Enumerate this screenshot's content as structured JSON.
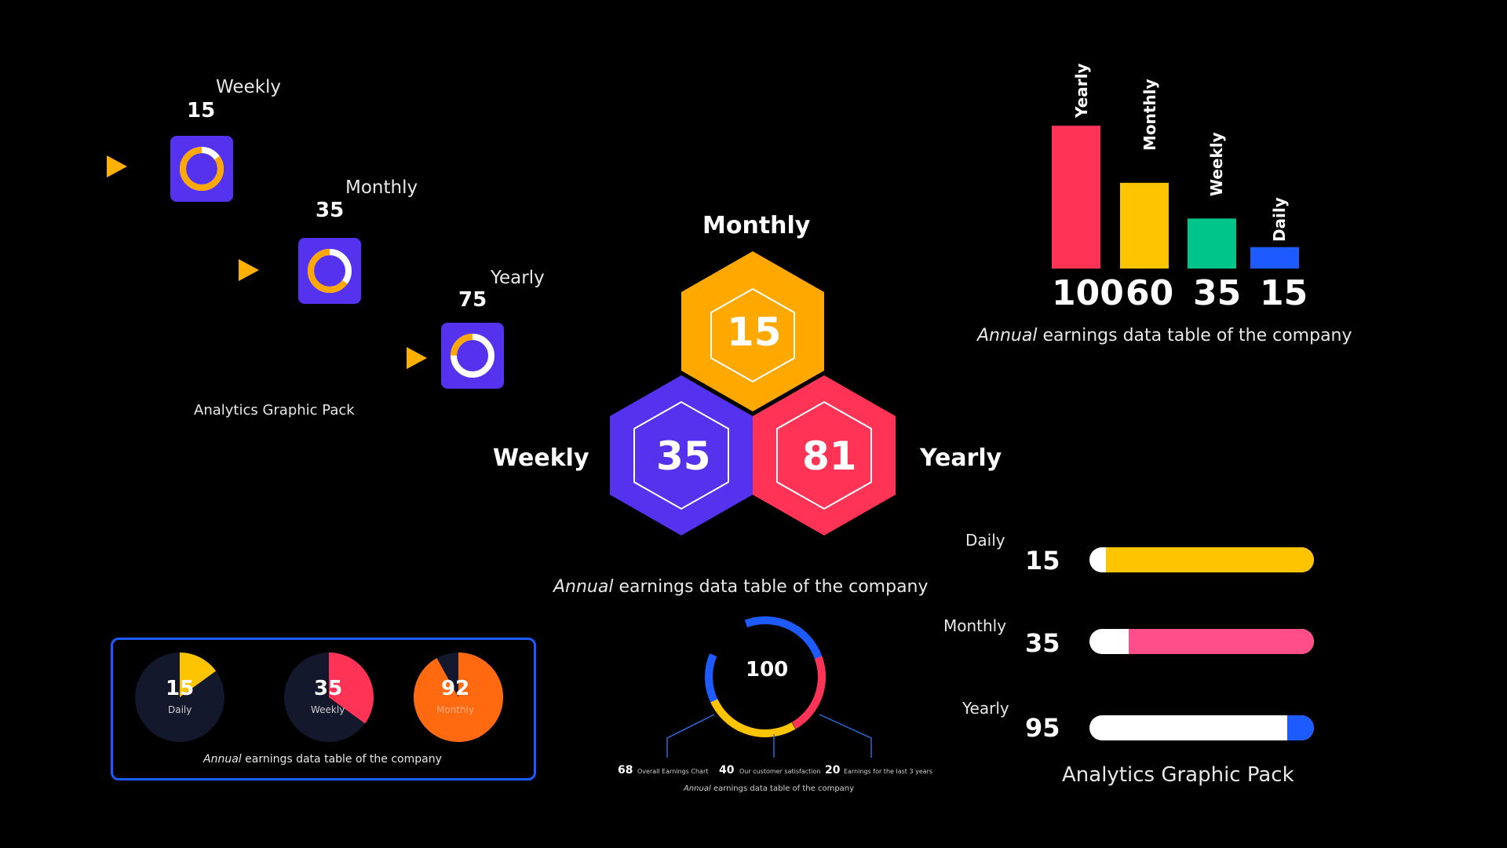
{
  "colors": {
    "red": "#FF3355",
    "yellow": "#FFC400",
    "green": "#00C58A",
    "blue": "#1E5BFF",
    "purple": "#5533EE",
    "orange": "#FFA800",
    "pink": "#FF4E8A",
    "orange_pie": "#FF6A10"
  },
  "steps": {
    "items": [
      {
        "label": "Weekly",
        "value": "15",
        "pct": 15
      },
      {
        "label": "Monthly",
        "value": "35",
        "pct": 35
      },
      {
        "label": "Yearly",
        "value": "75",
        "pct": 75
      }
    ],
    "caption": "Analytics Graphic Pack"
  },
  "hexes": {
    "items": [
      {
        "label": "Monthly",
        "value": "15",
        "color": "#FFA800"
      },
      {
        "label": "Weekly",
        "value": "35",
        "color": "#5533EE"
      },
      {
        "label": "Yearly",
        "value": "81",
        "color": "#FF3355"
      }
    ],
    "caption_italic": "Annual",
    "caption_rest": " earnings data table of the company"
  },
  "pies": {
    "items": [
      {
        "label": "Daily",
        "value": "15",
        "pct": 15,
        "color": "#FFC400"
      },
      {
        "label": "Weekly",
        "value": "35",
        "pct": 35,
        "color": "#FF3355"
      },
      {
        "label": "Monthly",
        "value": "92",
        "pct": 92,
        "color": "#FF6A10"
      }
    ],
    "caption_italic": "Annual",
    "caption_rest": " earnings data table of the company"
  },
  "ring": {
    "center": "100",
    "notes": [
      {
        "value": "68",
        "text": "Overall Earnings Chart"
      },
      {
        "value": "40",
        "text": "Our customer satisfaction"
      },
      {
        "value": "20",
        "text": "Earnings for the last 3 years"
      }
    ],
    "caption_italic": "Annual",
    "caption_rest": " earnings data table of the company"
  },
  "chart_data": {
    "type": "bar",
    "categories": [
      "Yearly",
      "Monthly",
      "Weekly",
      "Daily"
    ],
    "values": [
      100,
      60,
      35,
      15
    ],
    "colors": [
      "#FF3355",
      "#FFC400",
      "#00C58A",
      "#1E5BFF"
    ],
    "caption_italic": "Annual",
    "caption_rest": " earnings data table of the company"
  },
  "hbars": {
    "items": [
      {
        "label": "Daily",
        "value": "15",
        "pct": 15,
        "color": "#FFC400"
      },
      {
        "label": "Monthly",
        "value": "35",
        "pct": 35,
        "color": "#FF4E8A"
      },
      {
        "label": "Yearly",
        "value": "95",
        "pct": 95,
        "color": "#1E5BFF"
      }
    ],
    "caption": "Analytics Graphic Pack"
  }
}
